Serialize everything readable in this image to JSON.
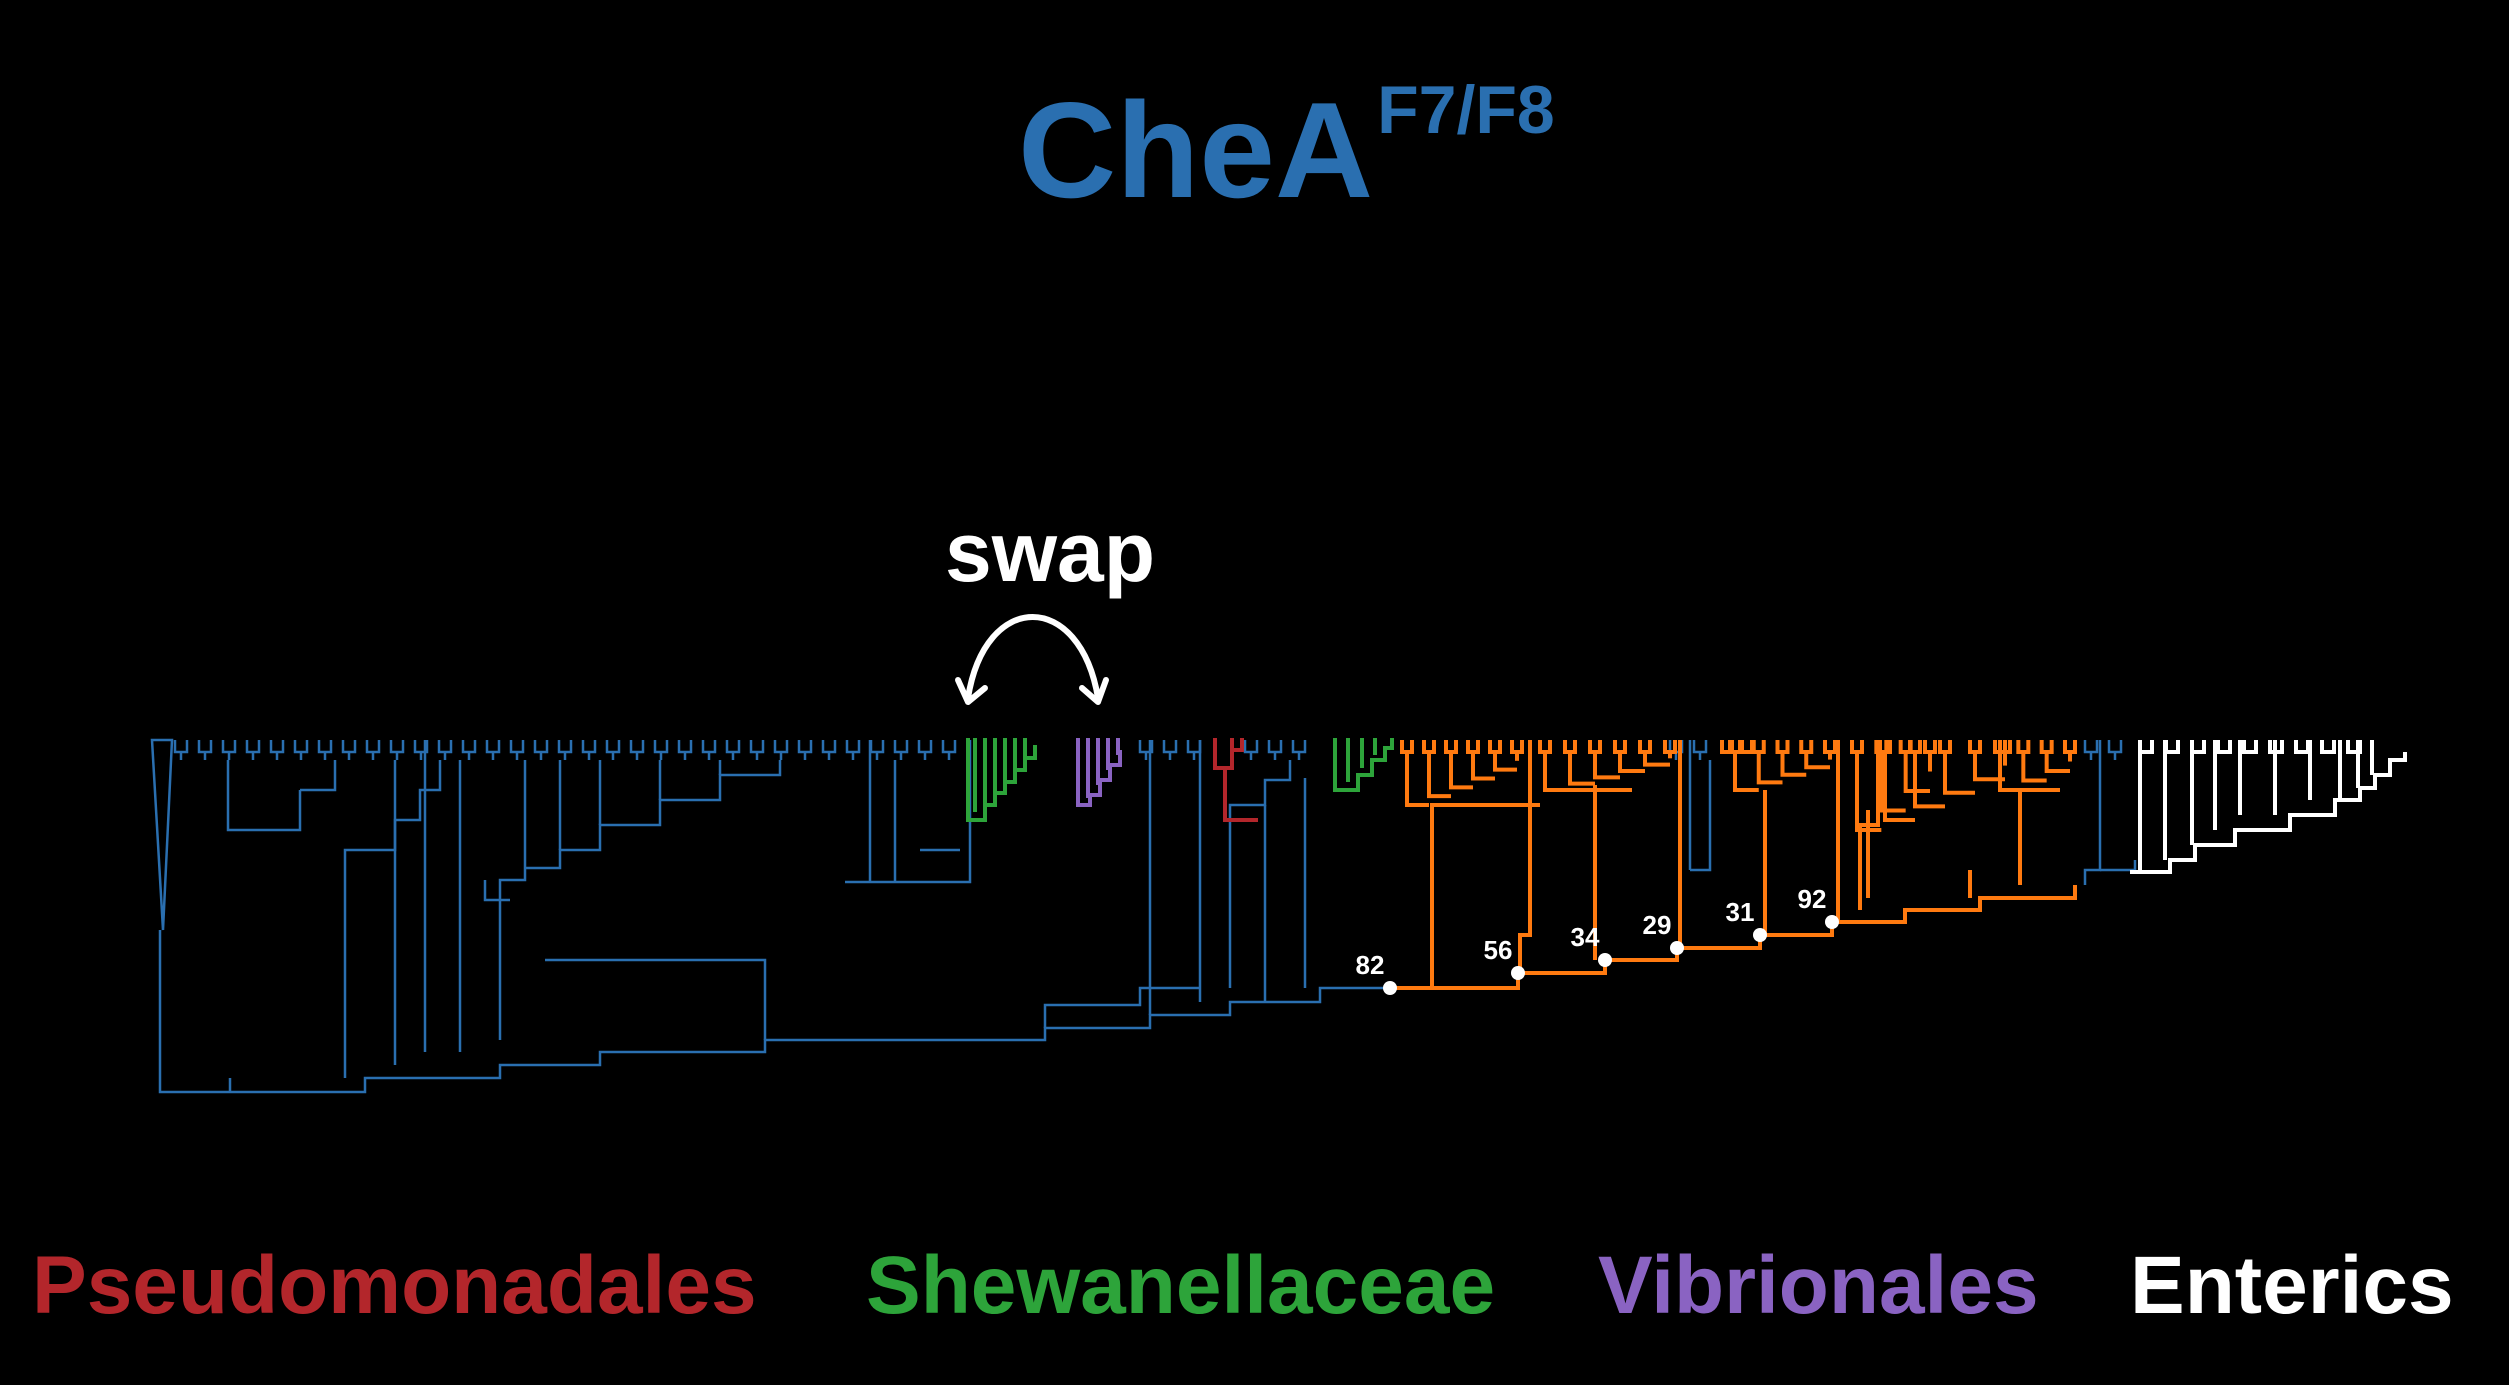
{
  "title": {
    "main": "CheA",
    "superscript": "F7/F8"
  },
  "annotation": {
    "swap_label": "swap"
  },
  "node_labels": [
    "82",
    "56",
    "34",
    "29",
    "31",
    "92"
  ],
  "legend": [
    {
      "label": "Pseudomonadales",
      "color": "#b3262b"
    },
    {
      "label": "Shewanellaceae",
      "color": "#2da43a"
    },
    {
      "label": "Vibrionales",
      "color": "#8a63c2"
    },
    {
      "label": "Enterics",
      "color": "#ffffff"
    }
  ],
  "colors": {
    "background": "#000000",
    "title": "#2a6fb0",
    "tree_default": "#2a6fb0",
    "highlight_path": "#ff7a10",
    "pseudomonadales": "#b3262b",
    "shewanellaceae": "#2da43a",
    "vibrionales": "#8a63c2",
    "enterics": "#ffffff"
  }
}
